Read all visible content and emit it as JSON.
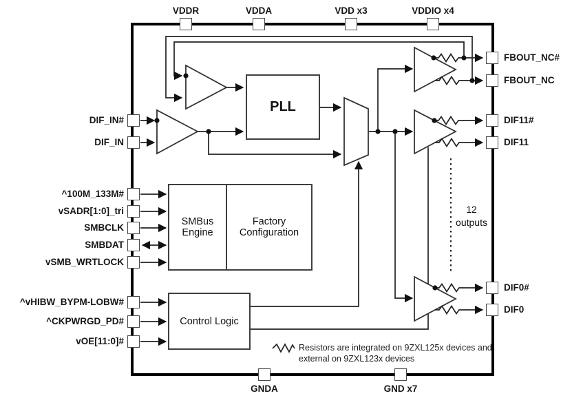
{
  "pins": {
    "top": [
      {
        "label": "VDDR"
      },
      {
        "label": "VDDA"
      },
      {
        "label": "VDD x3"
      },
      {
        "label": "VDDIO x4"
      }
    ],
    "bottom": [
      {
        "label": "GNDA"
      },
      {
        "label": "GND x7"
      }
    ],
    "left": [
      {
        "label": "DIF_IN#"
      },
      {
        "label": "DIF_IN"
      },
      {
        "label": "^100M_133M#"
      },
      {
        "label": "vSADR[1:0]_tri"
      },
      {
        "label": "SMBCLK"
      },
      {
        "label": "SMBDAT"
      },
      {
        "label": "vSMB_WRTLOCK"
      },
      {
        "label": "^vHIBW_BYPM-LOBW#"
      },
      {
        "label": "^CKPWRGD_PD#"
      },
      {
        "label": "vOE[11:0]#"
      }
    ],
    "right": [
      {
        "label": "FBOUT_NC#"
      },
      {
        "label": "FBOUT_NC"
      },
      {
        "label": "DIF11#"
      },
      {
        "label": "DIF11"
      },
      {
        "label": "DIF0#"
      },
      {
        "label": "DIF0"
      }
    ]
  },
  "blocks": {
    "pll": {
      "label": "PLL"
    },
    "smbus": {
      "label": "SMBus Engine"
    },
    "factory": {
      "label": "Factory Configuration"
    },
    "control": {
      "label": "Control Logic"
    }
  },
  "annotations": {
    "outputs": "12 outputs",
    "resistor_note_1": "Resistors are integrated on 9ZXL125x devices and",
    "resistor_note_2": "external on 9ZXL123x devices"
  },
  "colors": {
    "line": "#222222",
    "border": "#000000",
    "background": "#ffffff"
  }
}
